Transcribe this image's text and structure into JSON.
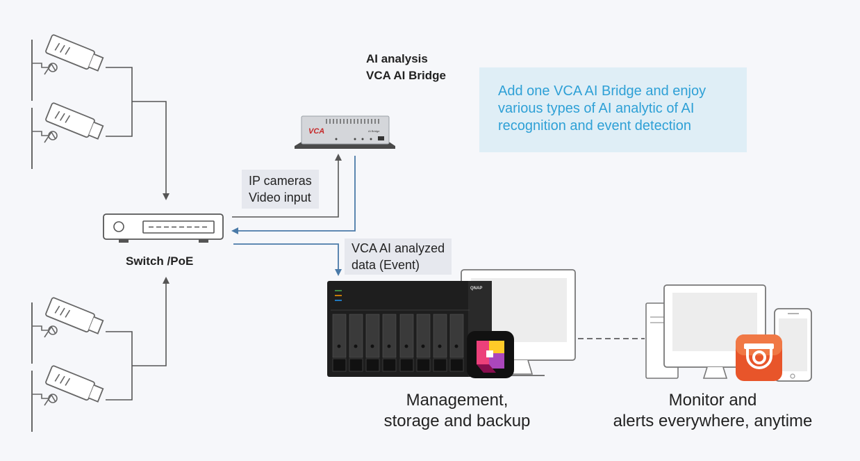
{
  "bridge": {
    "title_line1": "AI analysis",
    "title_line2": "VCA AI Bridge",
    "device_logo": "VCA",
    "device_model": "AI Bridge"
  },
  "info_box": {
    "text": "Add one VCA AI Bridge and enjoy various types of AI analytic of AI recognition and event detection"
  },
  "switch": {
    "label": "Switch /PoE"
  },
  "flows": {
    "video_input_line1": "IP cameras",
    "video_input_line2": "Video input",
    "event_line1": "VCA AI analyzed",
    "event_line2": "data (Event)"
  },
  "nas": {
    "brand": "QNAP",
    "label_line1": "Management,",
    "label_line2": "storage and backup"
  },
  "monitor": {
    "label_line1": "Monitor and",
    "label_line2": "alerts everywhere, anytime"
  },
  "icons": [
    "camera-icon",
    "switch-icon",
    "ai-bridge-device-icon",
    "nas-icon",
    "qvr-app-icon",
    "desktop-monitor-icon",
    "smartphone-icon",
    "camera-alert-app-icon"
  ],
  "colors": {
    "arrow_gray": "#555555",
    "arrow_blue": "#4a7aa8",
    "info_text": "#2ea0d6",
    "info_bg": "#dfeef6",
    "app_magenta": "#c2185b",
    "app_orange": "#e8552a"
  }
}
